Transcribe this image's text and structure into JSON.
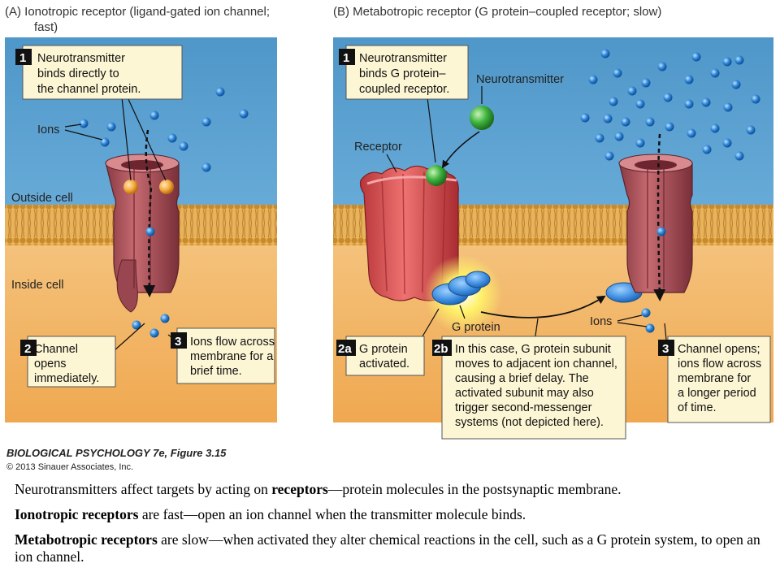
{
  "colors": {
    "water": "#5aa8d6",
    "inside": "#f2b15e",
    "lipid": "#d9a24a",
    "channel": "#b0505a",
    "receptor": "#d84a4c",
    "gprotein": "#3f8fe0",
    "ion": "#1e74c8",
    "neuro": "#3db33d",
    "box": "#fdf6d4"
  },
  "panel_a": {
    "title_line1": "(A)  Ionotropic receptor (ligand-gated ion channel;",
    "title_line2": "fast)",
    "label_ions": "Ions",
    "label_outside": "Outside cell",
    "label_inside": "Inside cell",
    "step1_num": "1",
    "step1_l1": "Neurotransmitter",
    "step1_l2": "binds directly to",
    "step1_l3": "the channel protein.",
    "step2_num": "2",
    "step2_l1": "Channel",
    "step2_l2": "opens",
    "step2_l3": "immediately.",
    "step3_num": "3",
    "step3_l1": "Ions flow across",
    "step3_l2": "membrane for a",
    "step3_l3": "brief time."
  },
  "panel_b": {
    "title": "(B)  Metabotropic receptor (G protein–coupled receptor; slow)",
    "label_neurotransmitter": "Neurotransmitter",
    "label_receptor": "Receptor",
    "label_gprotein": "G protein",
    "label_ions": "Ions",
    "step1_num": "1",
    "step1_l1": "Neurotransmitter",
    "step1_l2": "binds G protein–",
    "step1_l3": "coupled receptor.",
    "step2a_num": "2a",
    "step2a_l1": "G protein",
    "step2a_l2": "activated.",
    "step2b_num": "2b",
    "step2b_l1": "In this case, G protein subunit",
    "step2b_l2": "moves to adjacent ion channel,",
    "step2b_l3": "causing a brief delay. The",
    "step2b_l4": "activated subunit may also",
    "step2b_l5": "trigger second-messenger",
    "step2b_l6": "systems (not depicted here).",
    "step3_num": "3",
    "step3_l1": "Channel opens;",
    "step3_l2": "ions flow across",
    "step3_l3": "membrane for",
    "step3_l4": "a longer period",
    "step3_l5": "of time."
  },
  "credit": {
    "line1": "BIOLOGICAL PSYCHOLOGY 7e, Figure 3.15",
    "line2": "© 2013 Sinauer Associates, Inc."
  },
  "caption": {
    "p1_a": "Neurotransmitters affect targets by acting on ",
    "p1_b": "receptors",
    "p1_c": "—protein molecules in the postsynaptic membrane.",
    "p2_a": "Ionotropic receptors",
    "p2_b": " are fast—open an ion channel when the transmitter molecule binds.",
    "p3_a": "Metabotropic receptors",
    "p3_b": " are slow—when activated they alter chemical reactions in the cell, such as a G protein system, to open an ion channel."
  }
}
